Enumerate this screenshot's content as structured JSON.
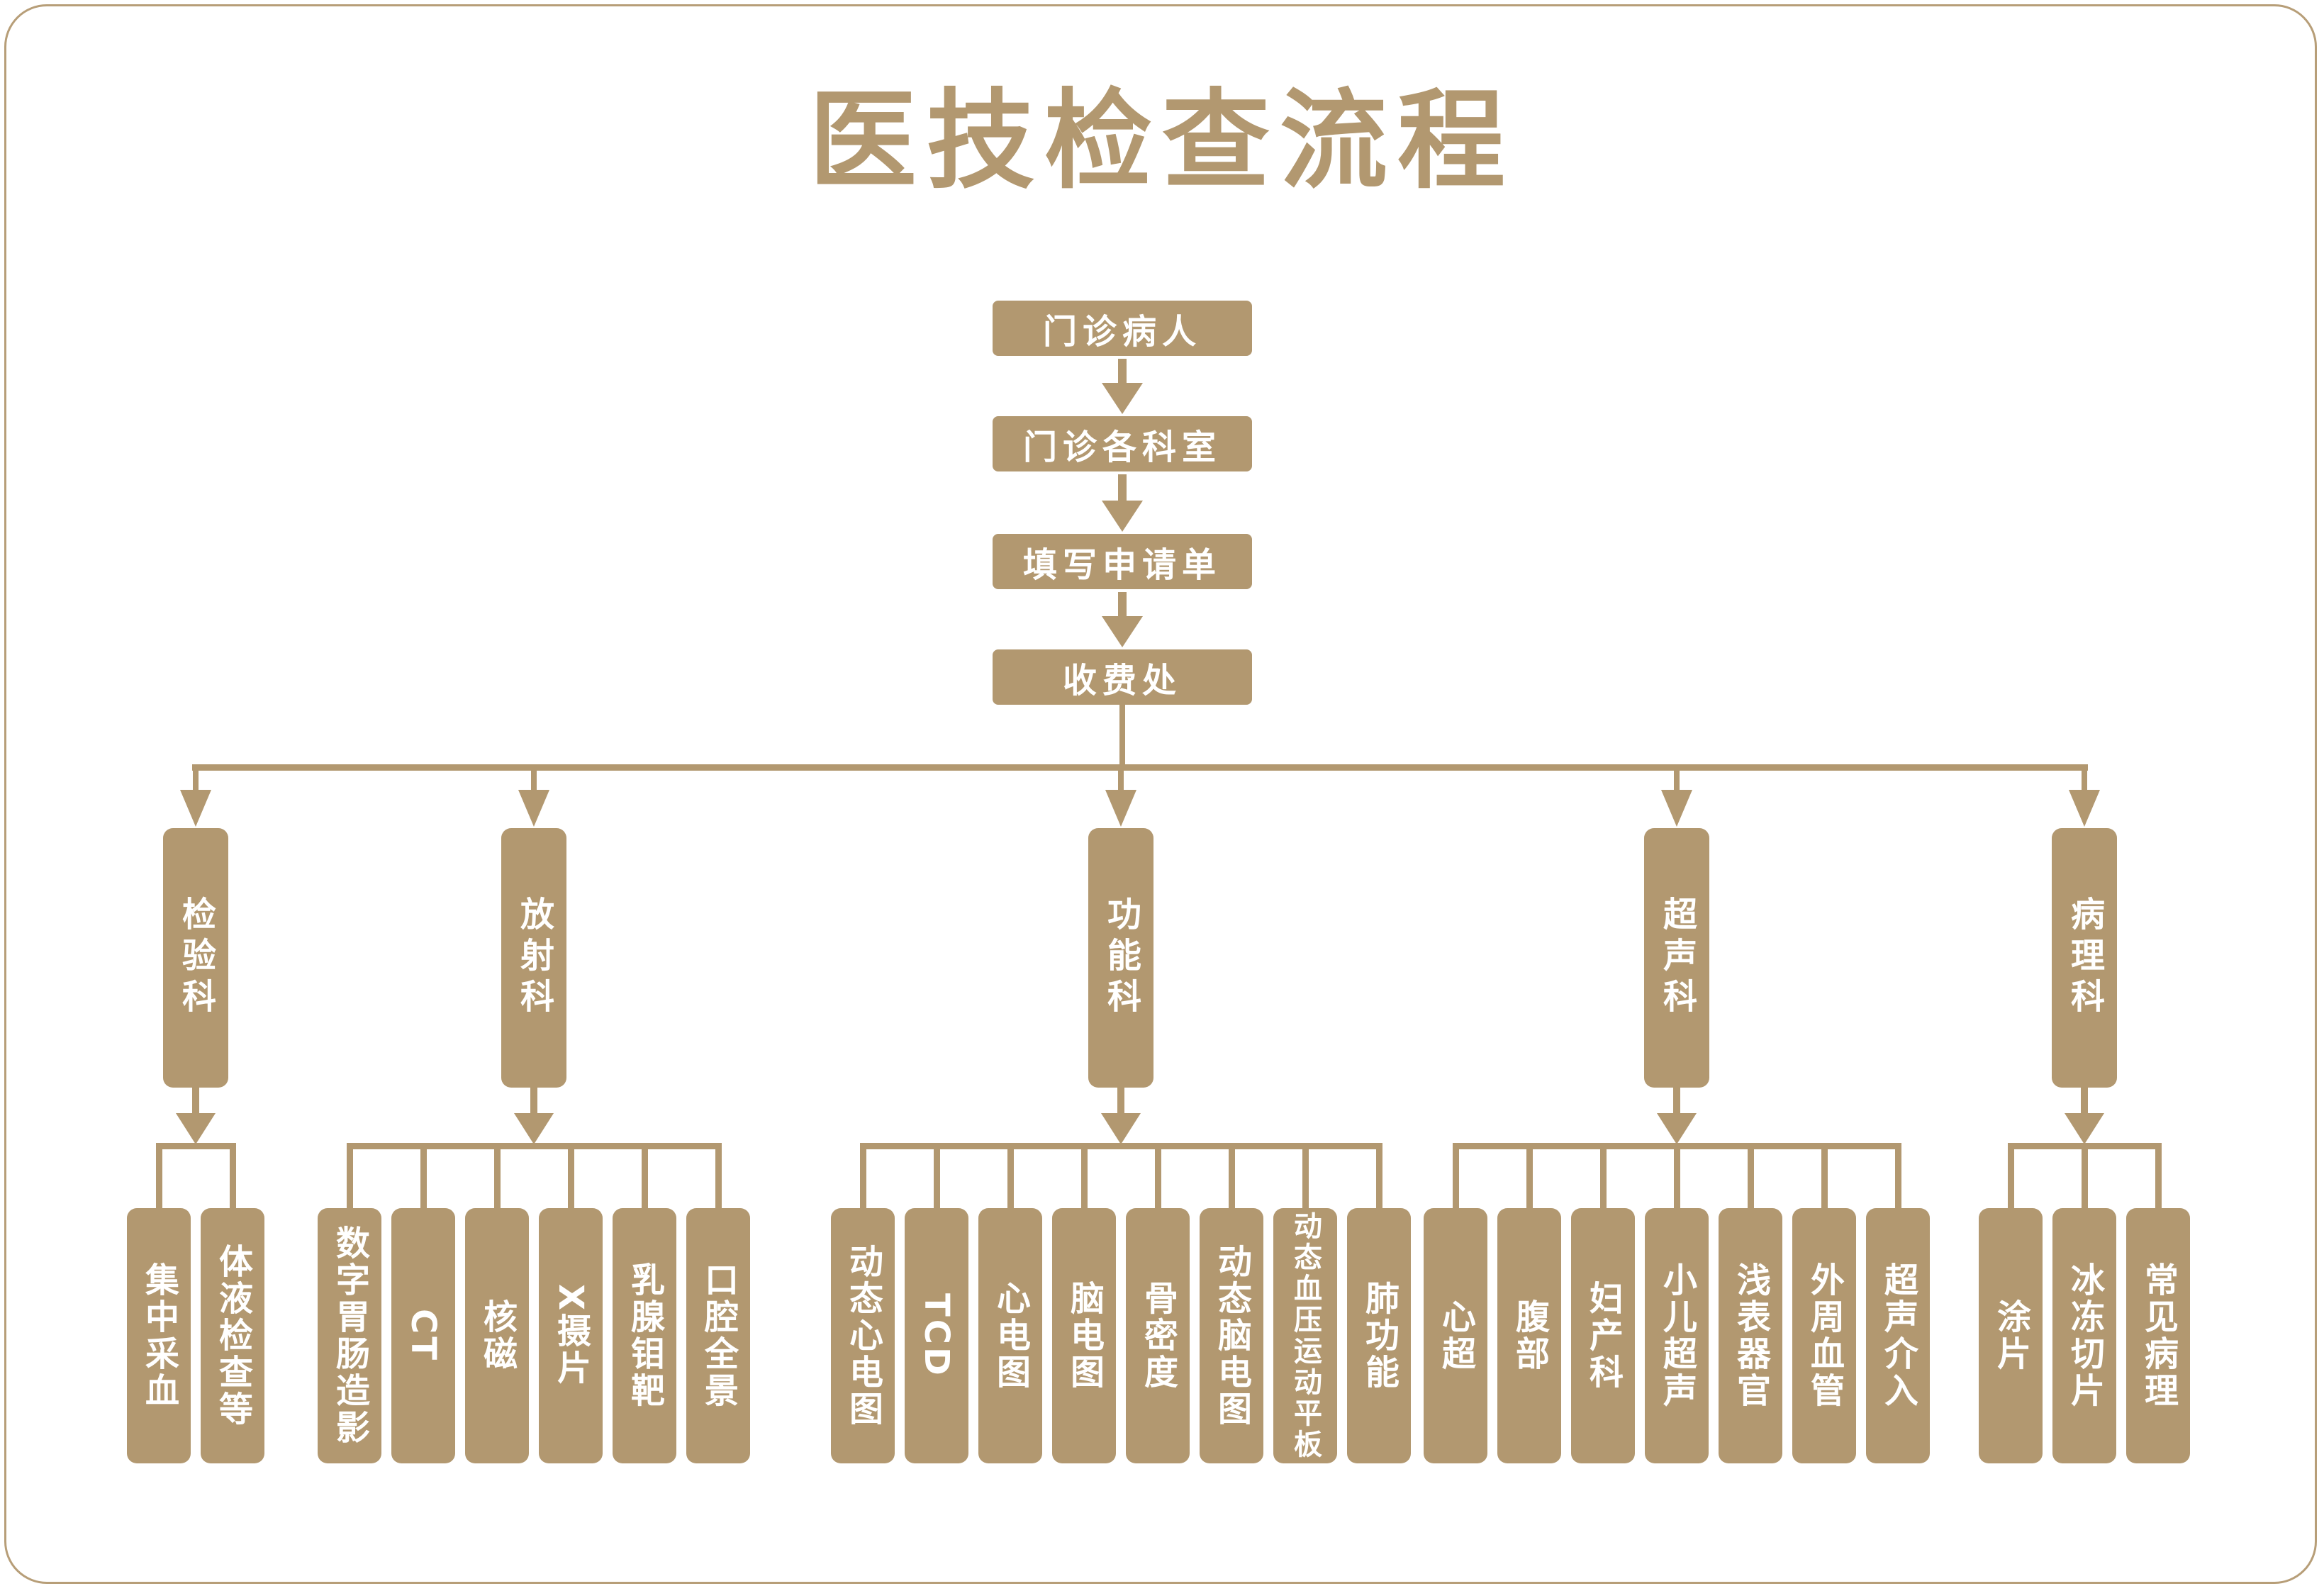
{
  "title": "医技检查流程",
  "colors": {
    "accent": "#b29870",
    "border": "#b79e78",
    "text_on_accent": "#ffffff",
    "background": "#ffffff"
  },
  "flow": {
    "steps": [
      "门诊病人",
      "门诊各科室",
      "填写申请单",
      "收费处"
    ]
  },
  "departments": [
    {
      "label": "检验科",
      "children": [
        "集中采血",
        "体液检查等"
      ]
    },
    {
      "label": "放射科",
      "children": [
        "数字胃肠造影",
        "CT",
        "核磁",
        "X摄片",
        "乳腺钼靶",
        "口腔全景"
      ]
    },
    {
      "label": "功能科",
      "children": [
        "动态心电图",
        "TCD",
        "心电图",
        "脑电图",
        "骨密度",
        "动态脑电图",
        "动态血压运动平板",
        "肺功能"
      ]
    },
    {
      "label": "超声科",
      "children": [
        "心超",
        "腹部",
        "妇产科",
        "小儿超声",
        "浅表器官",
        "外周血管",
        "超声介入"
      ]
    },
    {
      "label": "病理科",
      "children": [
        "涂片",
        "冰冻切片",
        "常见病理"
      ]
    }
  ]
}
